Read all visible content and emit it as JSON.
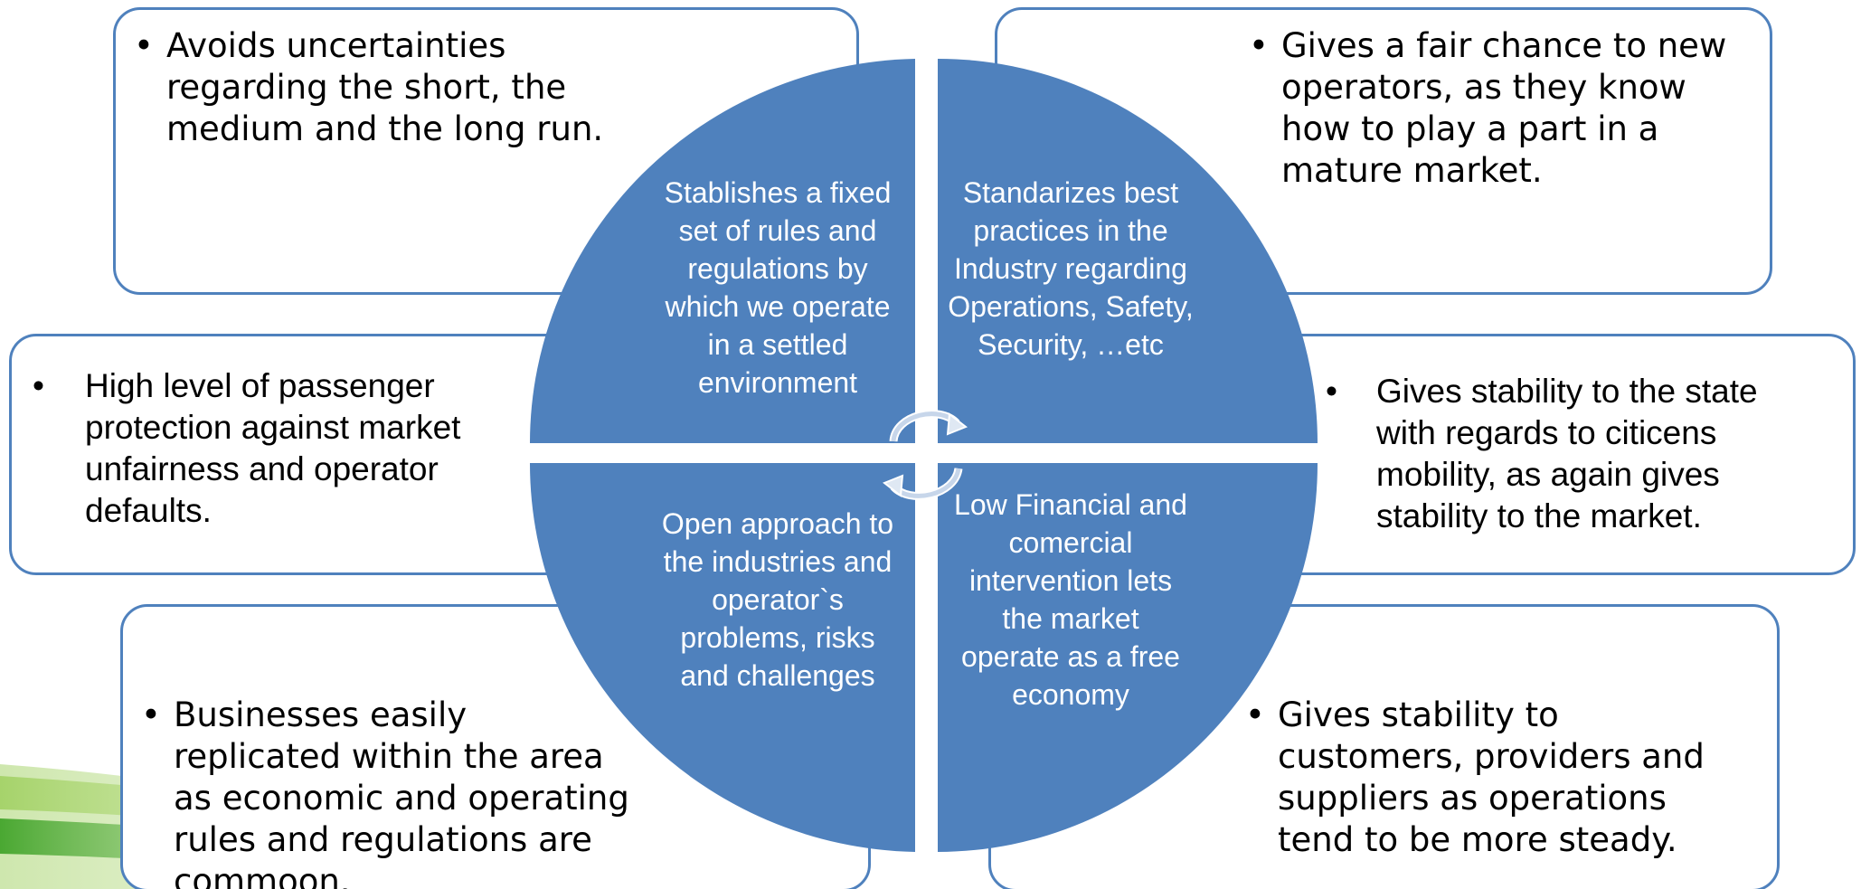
{
  "colors": {
    "box_border": "#4f81bd",
    "quadrant_fill": "#4f81bd",
    "quadrant_text": "#ffffff",
    "body_text": "#000000",
    "accent_green_light": "#a6d36b",
    "accent_green_dark": "#4aa832"
  },
  "quadrants": {
    "top_left": "Stablishes a fixed set of rules and regulations by which we operate in a settled environment",
    "top_right": "Standarizes best practices in the Industry regarding Operations, Safety, Security, …etc",
    "bottom_left": "Open approach to the industries and operator`s problems, risks and challenges",
    "bottom_right": "Low Financial and comercial intervention lets the market operate as a free economy"
  },
  "boxes": {
    "top_left": {
      "bullet": "•",
      "text": "Avoids uncertainties regarding the short, the medium and the long run."
    },
    "top_right": {
      "bullet": "•",
      "text": "Gives a fair chance to new operators, as they know how to play a part in a mature market."
    },
    "mid_left": {
      "bullet": "•",
      "text": "High level of passenger protection against market unfairness and operator defaults."
    },
    "mid_right": {
      "bullet": "•",
      "text": "Gives stability to the state with regards to citicens mobility, as again gives stability to the market."
    },
    "bottom_left": {
      "bullet": "•",
      "text": "Businesses easily replicated within the area as economic and operating rules and regulations are commoon."
    },
    "bottom_right": {
      "bullet": "•",
      "text": "Gives stability to customers, providers and suppliers as operations tend to be more steady."
    }
  },
  "icons": {
    "cycle_arrows": "cycle-arrows-icon",
    "green_swoosh": "green-swoosh-decoration"
  }
}
